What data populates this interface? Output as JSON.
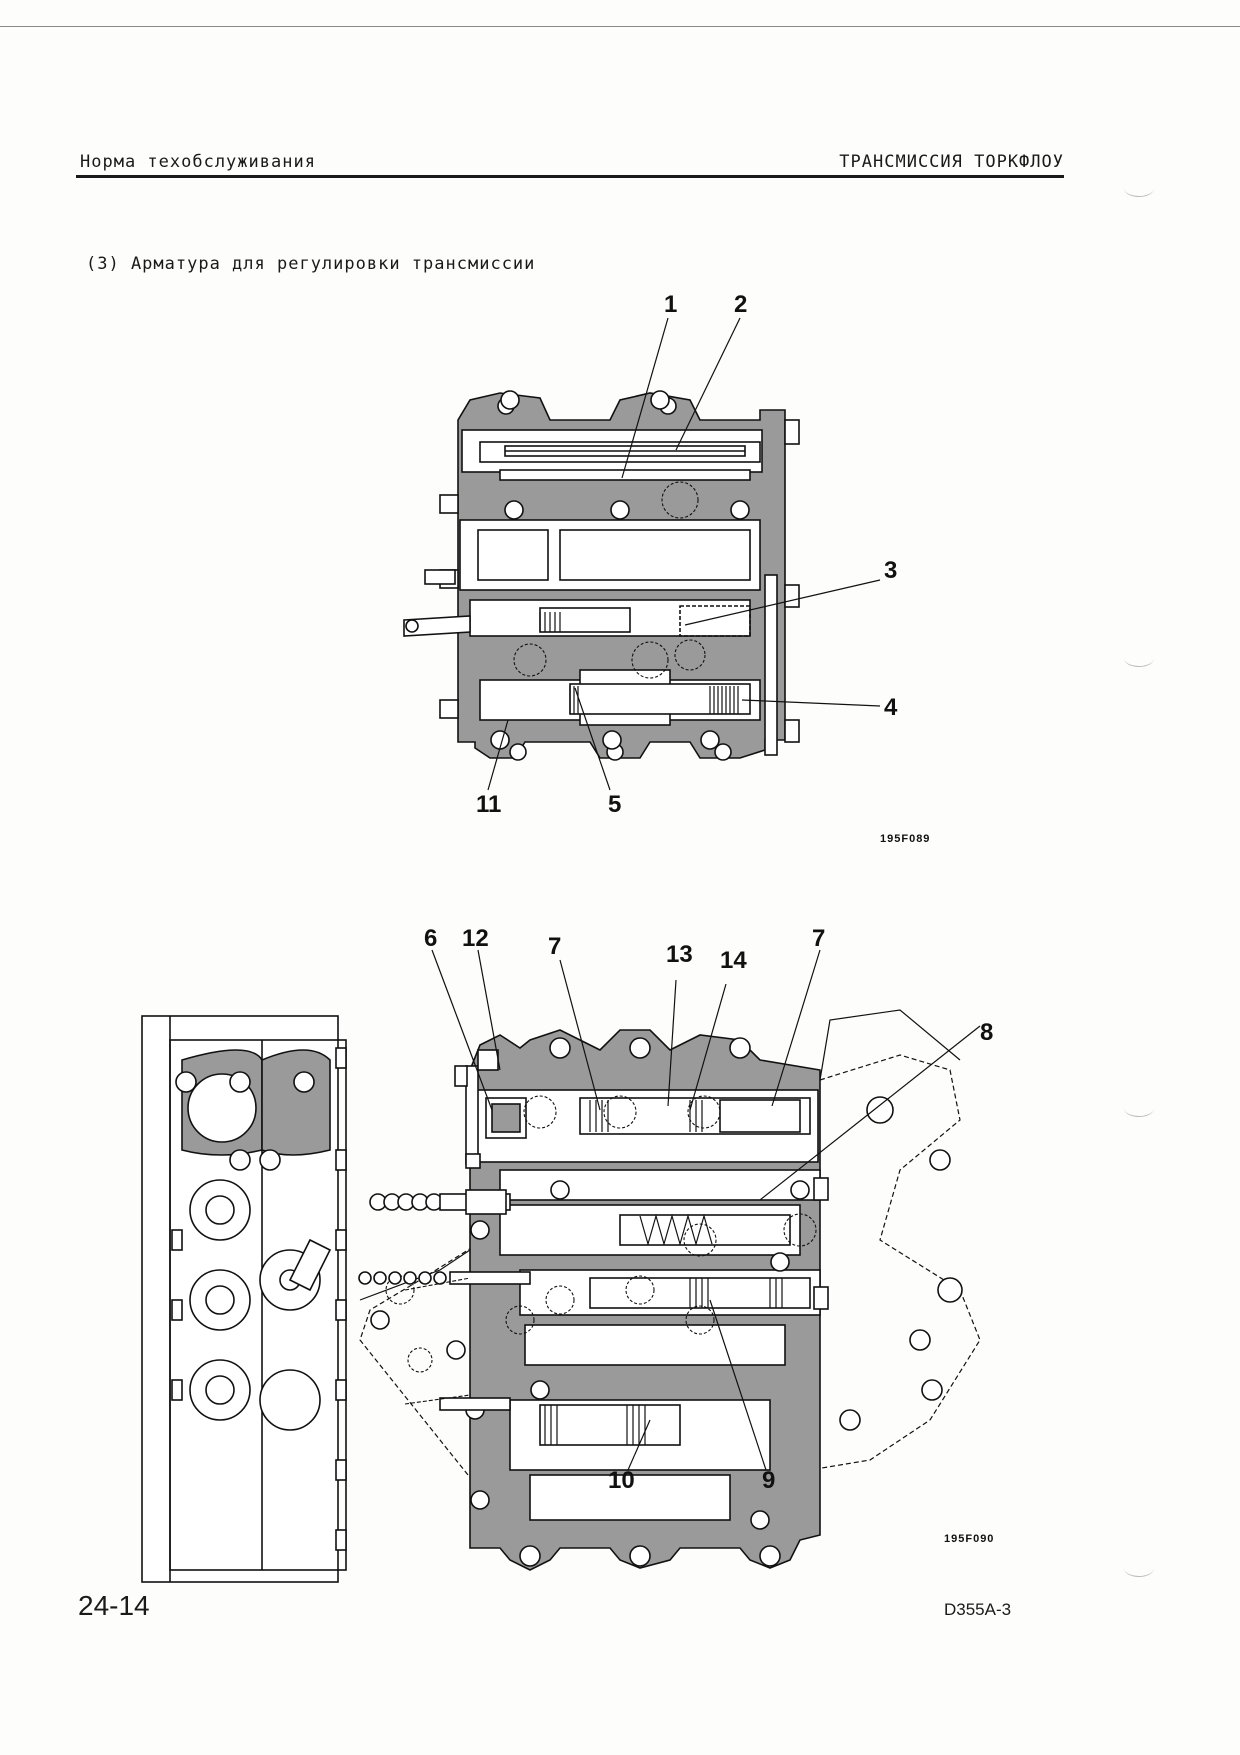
{
  "header": {
    "left": "Норма техобслуживания",
    "right": "ТРАНСМИССИЯ ТОРКФЛОУ"
  },
  "section": {
    "title": "(3) Арматура для регулировки трансмиссии"
  },
  "figure1": {
    "code": "195F089",
    "callouts": [
      "1",
      "2",
      "3",
      "4",
      "5",
      "11"
    ]
  },
  "figure2": {
    "code": "195F090",
    "callouts": [
      "6",
      "12",
      "7",
      "13",
      "14",
      "7",
      "8",
      "9",
      "10"
    ]
  },
  "footer": {
    "page": "24-14",
    "model": "D355A-3"
  }
}
